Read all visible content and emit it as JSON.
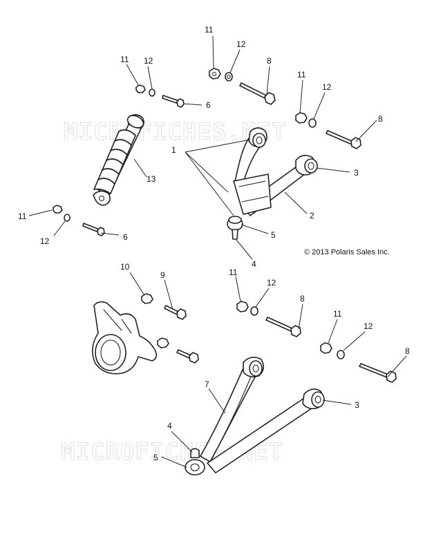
{
  "copyright": "© 2013 Polaris Sales Inc.",
  "watermark": "MICROFICHES.NET",
  "callouts": {
    "c11a": "11",
    "c12a": "12",
    "c8a": "8",
    "c11b": "11",
    "c12b": "12",
    "c6a": "6",
    "c11c": "11",
    "c12c": "12",
    "c8b": "8",
    "c13": "13",
    "c1": "1",
    "c3a": "3",
    "c2": "2",
    "c11d": "11",
    "c12d": "12",
    "c6b": "6",
    "c5a": "5",
    "c4a": "4",
    "c10": "10",
    "c9": "9",
    "c11e": "11",
    "c12e": "12",
    "c8c": "8",
    "c11f": "11",
    "c12f": "12",
    "c8d": "8",
    "c7": "7",
    "c3b": "3",
    "c4b": "4",
    "c5b": "5"
  }
}
